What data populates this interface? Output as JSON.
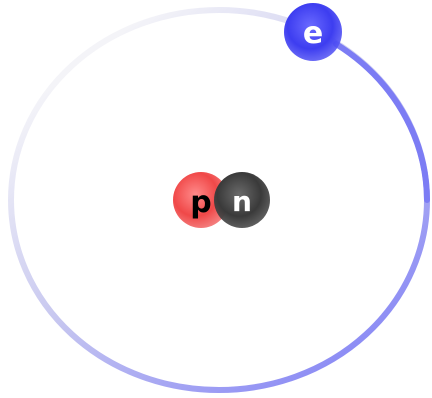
{
  "diagram": {
    "nucleus": {
      "proton": {
        "label": "p",
        "color": "#f04444"
      },
      "neutron": {
        "label": "n",
        "color": "#3a3a3a"
      }
    },
    "electron": {
      "label": "e",
      "color": "#3d3df0"
    },
    "orbit": {
      "color": "#8a8af5"
    }
  }
}
